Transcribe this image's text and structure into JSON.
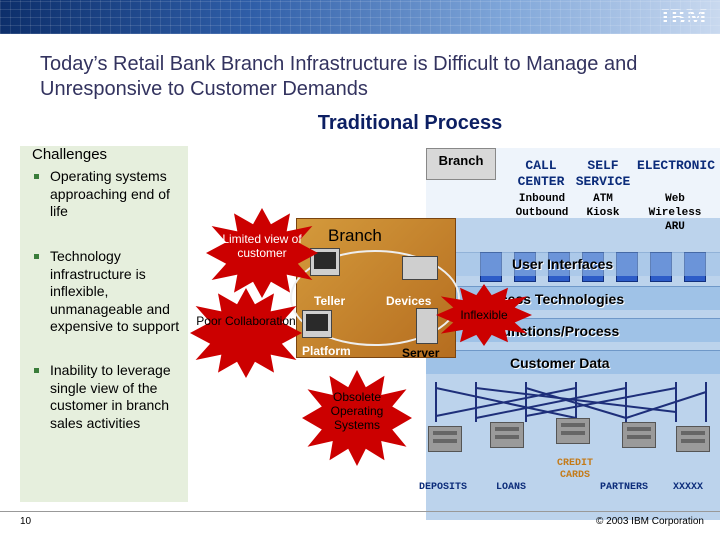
{
  "header": {
    "logo": "IBM"
  },
  "title": "Today’s Retail Bank Branch Infrastructure is Difficult to Manage and Unresponsive to Customer Demands",
  "subtitle": "Traditional Process",
  "challenges": {
    "heading": "Challenges",
    "items": [
      "Operating systems approaching end of life",
      "Technology infrastructure is inflexible, unmanageable and expensive to support",
      "Inability to leverage single view of the customer in branch sales activities"
    ]
  },
  "diagram": {
    "branch_box_label": "Branch",
    "channels": [
      {
        "title": "CALL CENTER",
        "sub": "Inbound Outbound"
      },
      {
        "title": "SELF SERVICE",
        "sub": "ATM Kiosk"
      },
      {
        "title": "ELECTRONIC",
        "sub": "Web Wireless ARU"
      }
    ],
    "branch_label": "Branch",
    "nodes": {
      "teller": "Teller",
      "devices": "Devices",
      "platform": "Platform",
      "server": "Server"
    },
    "layers": {
      "user_interfaces": "User Interfaces",
      "access_technologies": "Access Technologies",
      "functions_process": "Functions/Process",
      "customer_data": "Customer Data"
    },
    "problems": {
      "limited_view": "Limited view of customer",
      "poor_collaboration": "Poor Collaboration",
      "inflexible": "Inflexible",
      "obsolete_os": "Obsolete Operating Systems"
    },
    "databases": [
      "DEPOSITS",
      "LOANS",
      "CREDIT CARDS",
      "PARTNERS",
      "XXXXX"
    ]
  },
  "footer": {
    "page": "10",
    "copyright": "© 2003 IBM Corporation"
  },
  "colors": {
    "problem_red": "#cc0000",
    "title": "#33335f",
    "subtitle": "#0c1f63",
    "panel": "#e6efdd"
  }
}
